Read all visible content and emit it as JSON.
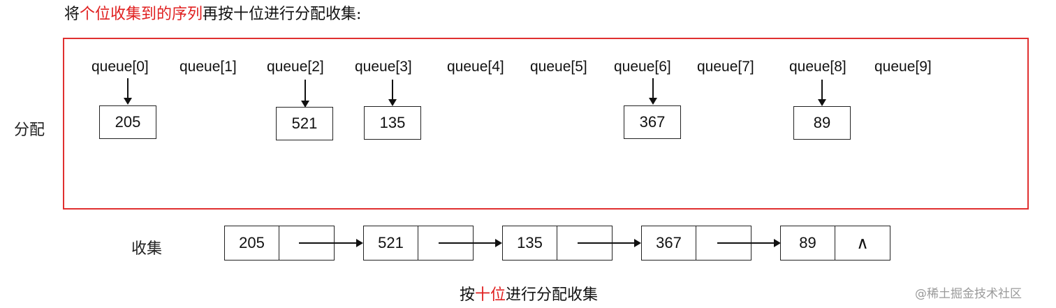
{
  "title": {
    "part1": "将",
    "highlight": "个位收集到的序列",
    "part2": "再按十位进行分配收集:"
  },
  "distribute_label": "分配",
  "collect_label": "收集",
  "queues": [
    {
      "label": "queue[0]",
      "value": "205"
    },
    {
      "label": "queue[1]",
      "value": null
    },
    {
      "label": "queue[2]",
      "value": "521"
    },
    {
      "label": "queue[3]",
      "value": "135"
    },
    {
      "label": "queue[4]",
      "value": null
    },
    {
      "label": "queue[5]",
      "value": null
    },
    {
      "label": "queue[6]",
      "value": "367"
    },
    {
      "label": "queue[7]",
      "value": null
    },
    {
      "label": "queue[8]",
      "value": "89"
    },
    {
      "label": "queue[9]",
      "value": null
    }
  ],
  "collected_list": [
    "205",
    "521",
    "135",
    "367",
    "89"
  ],
  "null_symbol": "∧",
  "caption": {
    "part1": "按",
    "highlight": "十位",
    "part2": "进行分配收集"
  },
  "watermark": "@稀土掘金技术社区",
  "colors": {
    "highlight": "#e02020",
    "frame": "#e03030"
  }
}
